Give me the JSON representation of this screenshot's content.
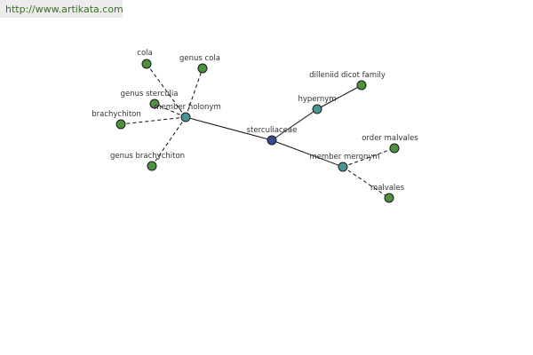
{
  "header": {
    "url": "http://www.artikata.com"
  },
  "colors": {
    "leaf": "#4f8f3f",
    "relation": "#4a9494",
    "root": "#3a4a8c"
  },
  "graph": {
    "nodes": [
      {
        "id": "sterculiaceae",
        "label": "sterculiaceae",
        "kind": "root"
      },
      {
        "id": "member-holonym",
        "label": "member holonym",
        "kind": "relation"
      },
      {
        "id": "hypernym",
        "label": "hypernym",
        "kind": "relation"
      },
      {
        "id": "member-meronym",
        "label": "member meronym",
        "kind": "relation"
      },
      {
        "id": "cola",
        "label": "cola",
        "kind": "leaf"
      },
      {
        "id": "genus-cola",
        "label": "genus cola",
        "kind": "leaf"
      },
      {
        "id": "genus-sterculia",
        "label": "genus sterculia",
        "kind": "leaf"
      },
      {
        "id": "brachychiton",
        "label": "brachychiton",
        "kind": "leaf"
      },
      {
        "id": "genus-brachychiton",
        "label": "genus brachychiton",
        "kind": "leaf"
      },
      {
        "id": "dilleniid-dicot-family",
        "label": "dilleniid dicot family",
        "kind": "leaf"
      },
      {
        "id": "order-malvales",
        "label": "order malvales",
        "kind": "leaf"
      },
      {
        "id": "malvales",
        "label": "malvales",
        "kind": "leaf"
      }
    ],
    "edges": [
      {
        "from": "sterculiaceae",
        "to": "member-holonym",
        "style": "solid"
      },
      {
        "from": "sterculiaceae",
        "to": "hypernym",
        "style": "solid"
      },
      {
        "from": "sterculiaceae",
        "to": "member-meronym",
        "style": "solid"
      },
      {
        "from": "member-holonym",
        "to": "cola",
        "style": "dashed"
      },
      {
        "from": "member-holonym",
        "to": "genus-cola",
        "style": "dashed"
      },
      {
        "from": "member-holonym",
        "to": "genus-sterculia",
        "style": "dashed"
      },
      {
        "from": "member-holonym",
        "to": "brachychiton",
        "style": "dashed"
      },
      {
        "from": "member-holonym",
        "to": "genus-brachychiton",
        "style": "dashed"
      },
      {
        "from": "hypernym",
        "to": "dilleniid-dicot-family",
        "style": "solid"
      },
      {
        "from": "member-meronym",
        "to": "order-malvales",
        "style": "dashed"
      },
      {
        "from": "member-meronym",
        "to": "malvales",
        "style": "dashed"
      }
    ]
  }
}
